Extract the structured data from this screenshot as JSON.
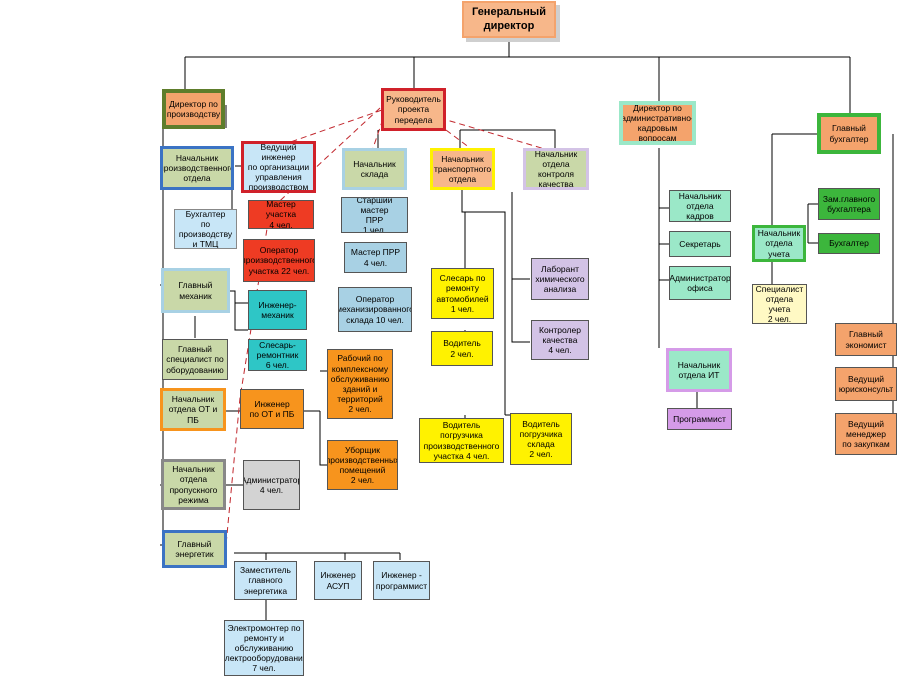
{
  "colors": {
    "orange_light": "#f7b78a",
    "salmon": "#f4a36c",
    "olive_green": "#5e7d2b",
    "red_border": "#d0212a",
    "sage": "#c9d8a8",
    "blue_border": "#3b73c4",
    "light_blue": "#a8d1e4",
    "pale_blue": "#c8e6f7",
    "gray_border": "#888888",
    "yellow": "#fff200",
    "pale_yellow": "#fff9c4",
    "lilac": "#d3c3e6",
    "mint": "#9be8c8",
    "green": "#3cb63c",
    "violet": "#d59be8",
    "gray_fill": "#d3d3d3",
    "red": "#ed1c24",
    "red_fill": "#ee3b23",
    "orange": "#f7941d",
    "teal": "#2ec6c6",
    "line": "#000000",
    "dashed_line": "#c1272d"
  },
  "nodes": {
    "general_director": "Генеральный\nдиректор",
    "production_director": "Директор по\nпроизводству",
    "project_head": "Руководитель\nпроекта\nпередела",
    "admin_director": "Директор по\nадминистративно-\nкадровым вопросам",
    "chief_accountant": "Главный\nбухгалтер",
    "production_dept_head": "Начальник\nпроизводственного\nотдела",
    "lead_engineer": "Ведущий инженер\nпо организации\nуправления\nпроизводством",
    "warehouse_head": "Начальник\nсклада",
    "transport_head": "Начальник\nтранспортного\nотдела",
    "quality_head": "Начальник\nотдела контроля\nкачества",
    "hr_head": "Начальник\nотдела кадров",
    "secretary": "Секретарь",
    "office_admin": "Администратор\nофиса",
    "it_head": "Начальник\nотдела ИТ",
    "programmer": "Программист",
    "deputy_chief_accountant": "Зам.главного\nбухгалтера",
    "accountant": "Бухгалтер",
    "accounting_head": "Начальник\nотдела  учета",
    "accounting_specialist": "Специалист\nотдела учета\n2 чел.",
    "chief_economist": "Главный\nэкономист",
    "lead_lawyer": "Ведущий\nюрисконсульт",
    "procurement_manager": "Ведущий\nменеджер\nпо  закупкам",
    "tmc_accountant": "Бухгалтер\nпо производству\nи ТМЦ",
    "site_master": "Мастер участка\n4 чел.",
    "operator_production": "Оператор\nпроизводственного\nучастка 22 чел.",
    "senior_master_ppr": "Старший мастер\nПРР\n1 чел.",
    "master_ppr": "Мастер ПРР\n4 чел.",
    "operator_warehouse": "Оператор\nмеханизированного\nсклада 10 чел.",
    "chief_mechanic": "Главный\nмеханик",
    "mechanical_engineer": "Инженер-\nмеханик",
    "fitter_repairman": "Слесарь-\nремонтник\n6 чел.",
    "chief_equipment_specialist": "Главный\nспециалист по\nоборудованию",
    "safety_head": "Начальник\nотдела ОТ и ПБ",
    "safety_engineer": "Инженер\nпо ОТ и ПБ",
    "maintenance_worker": "Рабочий по\nкомплексному\nобслуживанию\nзданий и\nтерриторий\n2 чел.",
    "cleaner": "Уборщик\nпроизводственных\nпомещений\n2 чел.",
    "access_head": "Начальник\nотдела\nпропускного\nрежима",
    "access_admin": "Администратор\n4 чел.",
    "chief_power_engineer": "Главный\nэнергетик",
    "deputy_power_engineer": "Заместитель\nглавного\nэнергетика",
    "asup_engineer": "Инженер\nАСУП",
    "engineer_programmer": "Инженер -\nпрограммист",
    "electrician": "Электромонтер по\nремонту и\nобслуживанию\nэлектрооборудования\n7 чел.",
    "car_mechanic": "Слесарь по\nремонту\nавтомобилей\n1 чел.",
    "driver": "Водитель\n2 чел.",
    "forklift_production": "Водитель\nпогрузчика\nпроизводственного\nучастка 4 чел.",
    "forklift_warehouse": "Водитель\nпогрузчика\nсклада\n2 чел.",
    "lab_assistant": "Лаборант\nхимического\nанализа",
    "quality_controller": "Контролер\nкачества\n4 чел."
  }
}
